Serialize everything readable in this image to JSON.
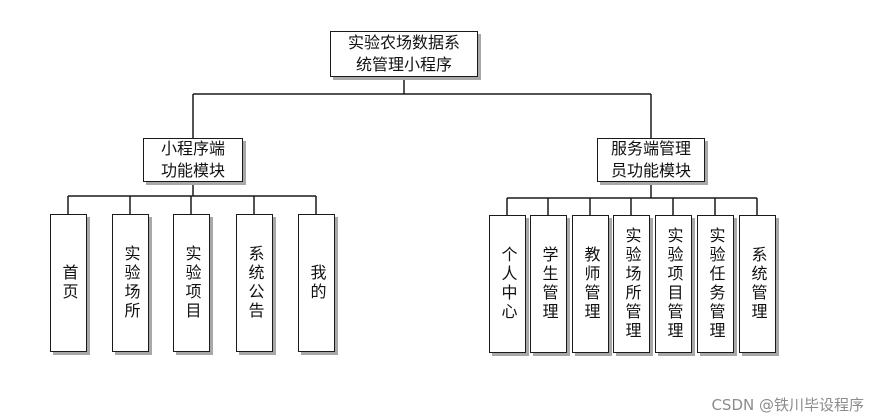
{
  "root": {
    "line1": "实验农场数据系",
    "line2": "统管理小程序"
  },
  "left": {
    "title": {
      "line1": "小程序端",
      "line2": "功能模块"
    },
    "items": [
      "首页",
      "实验场所",
      "实验项目",
      "系统公告",
      "我的"
    ]
  },
  "right": {
    "title": {
      "line1": "服务端管理",
      "line2": "员功能模块"
    },
    "items": [
      "个人中心",
      "学生管理",
      "教师管理",
      "实验场所管理",
      "实验项目管理",
      "实验任务管理",
      "系统管理"
    ]
  },
  "watermark": "CSDN @铁川毕设程序"
}
